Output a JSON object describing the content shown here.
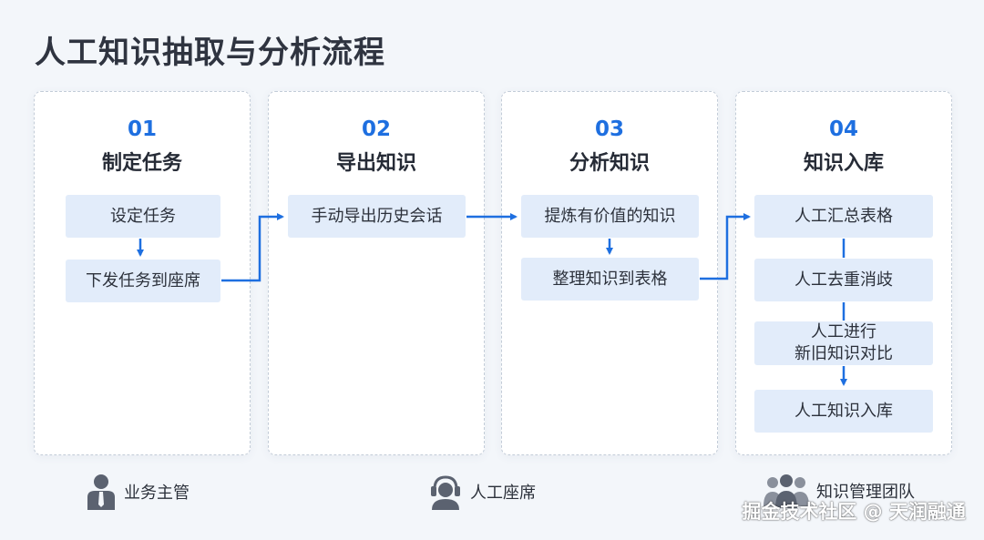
{
  "title": "人工知识抽取与分析流程",
  "stages": [
    {
      "num": "01",
      "title": "制定任务",
      "steps": [
        "设定任务",
        "下发任务到座席"
      ]
    },
    {
      "num": "02",
      "title": "导出知识",
      "steps": [
        "手动导出历史会话"
      ]
    },
    {
      "num": "03",
      "title": "分析知识",
      "steps": [
        "提炼有价值的知识",
        "整理知识到表格"
      ]
    },
    {
      "num": "04",
      "title": "知识入库",
      "steps": [
        "人工汇总表格",
        "人工去重消歧",
        "人工进行\n新旧知识对比",
        "人工知识入库"
      ]
    }
  ],
  "roles": {
    "manager": "业务主管",
    "agent": "人工座席",
    "team": "知识管理团队"
  },
  "watermark": "掘金技术社区 @ 天润融通",
  "colors": {
    "accent": "#1e6fe0",
    "box_fill": "#e2ecfa",
    "background": "#f3f6fa"
  }
}
